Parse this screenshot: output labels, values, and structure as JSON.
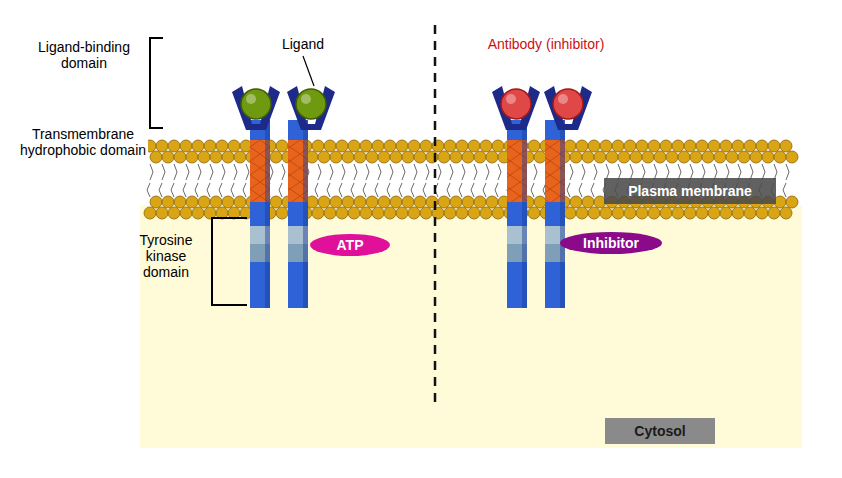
{
  "diagram": {
    "nodes": [
      {
        "text": [
          "ATP"
        ]
      },
      {
        "text": [
          "Inhibitor"
        ]
      },
      {
        "text": [
          "Plasma membrane"
        ]
      },
      {
        "text": [
          "Cytosol"
        ]
      }
    ],
    "labels": [
      "Ligand",
      "Ligand-binding domain",
      "Transmembrane hydrophobic domain",
      "Tyrosine kinase domain",
      "Antibody (inhibitor)"
    ]
  }
}
